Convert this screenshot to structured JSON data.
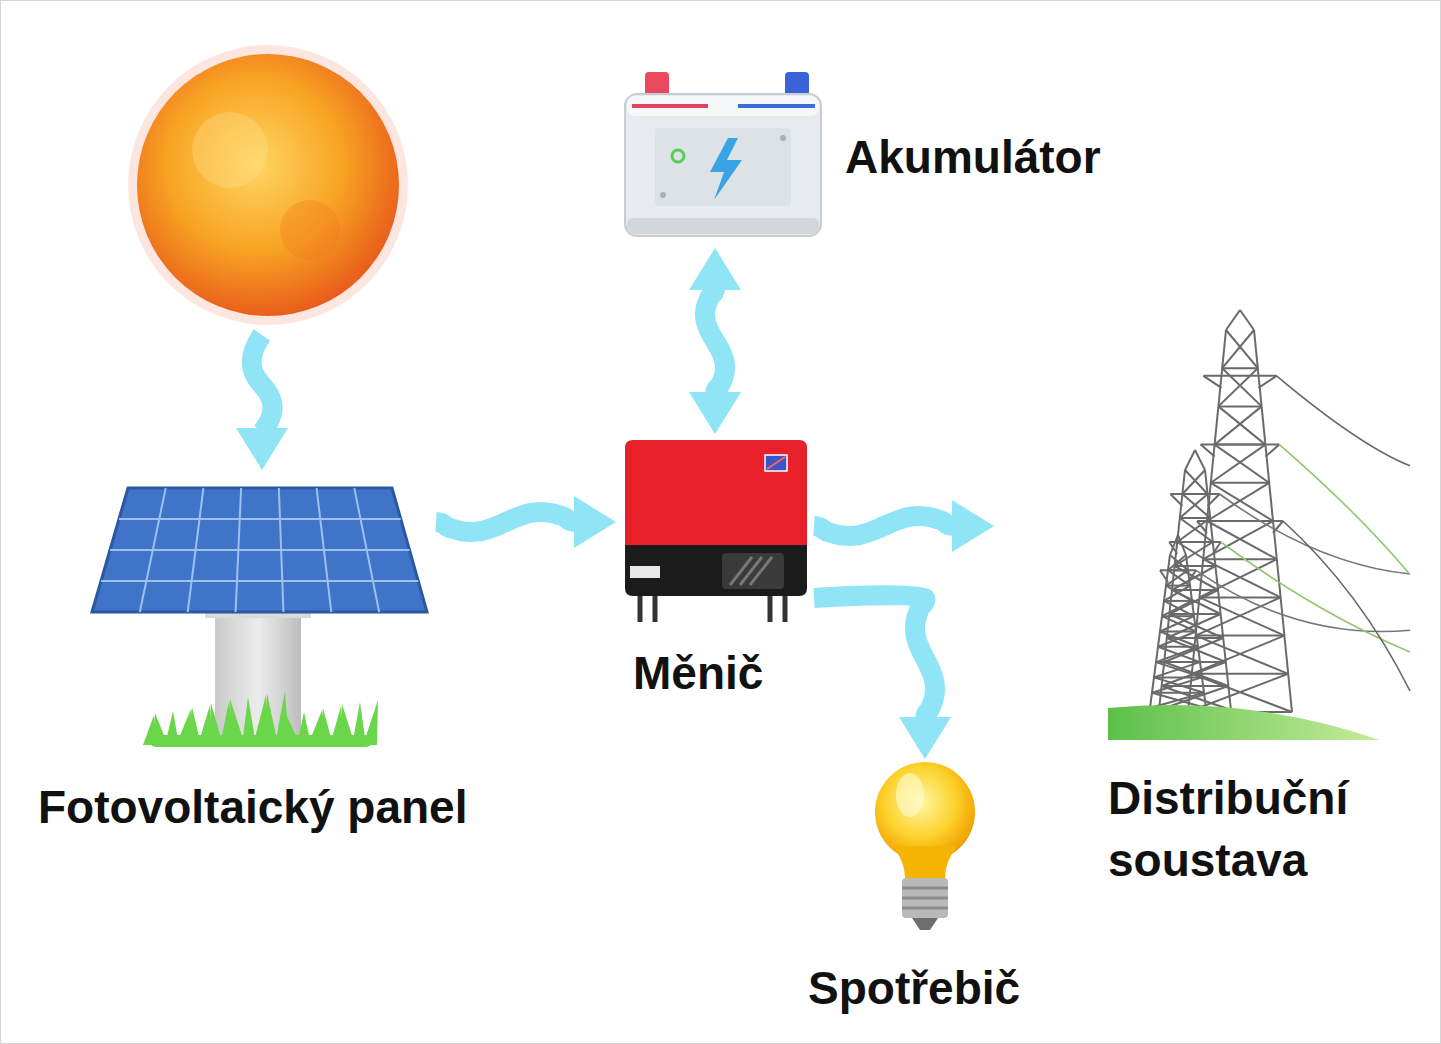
{
  "diagram": {
    "nodes": [
      {
        "text": [
          "Akumulátor"
        ]
      },
      {
        "text": [
          "Fotovoltaický panel"
        ]
      },
      {
        "text": [
          "Měnič"
        ]
      },
      {
        "text": [
          "Spotřebič"
        ]
      },
      {
        "text": [
          "Distribuční soustava"
        ]
      }
    ],
    "edges": [
      {
        "from": 1,
        "to": 2,
        "arrow": "to"
      },
      {
        "from": 2,
        "to": 0,
        "arrow": "both"
      },
      {
        "from": 2,
        "to": 4,
        "arrow": "to"
      },
      {
        "from": 2,
        "to": 3,
        "arrow": "to"
      }
    ]
  }
}
